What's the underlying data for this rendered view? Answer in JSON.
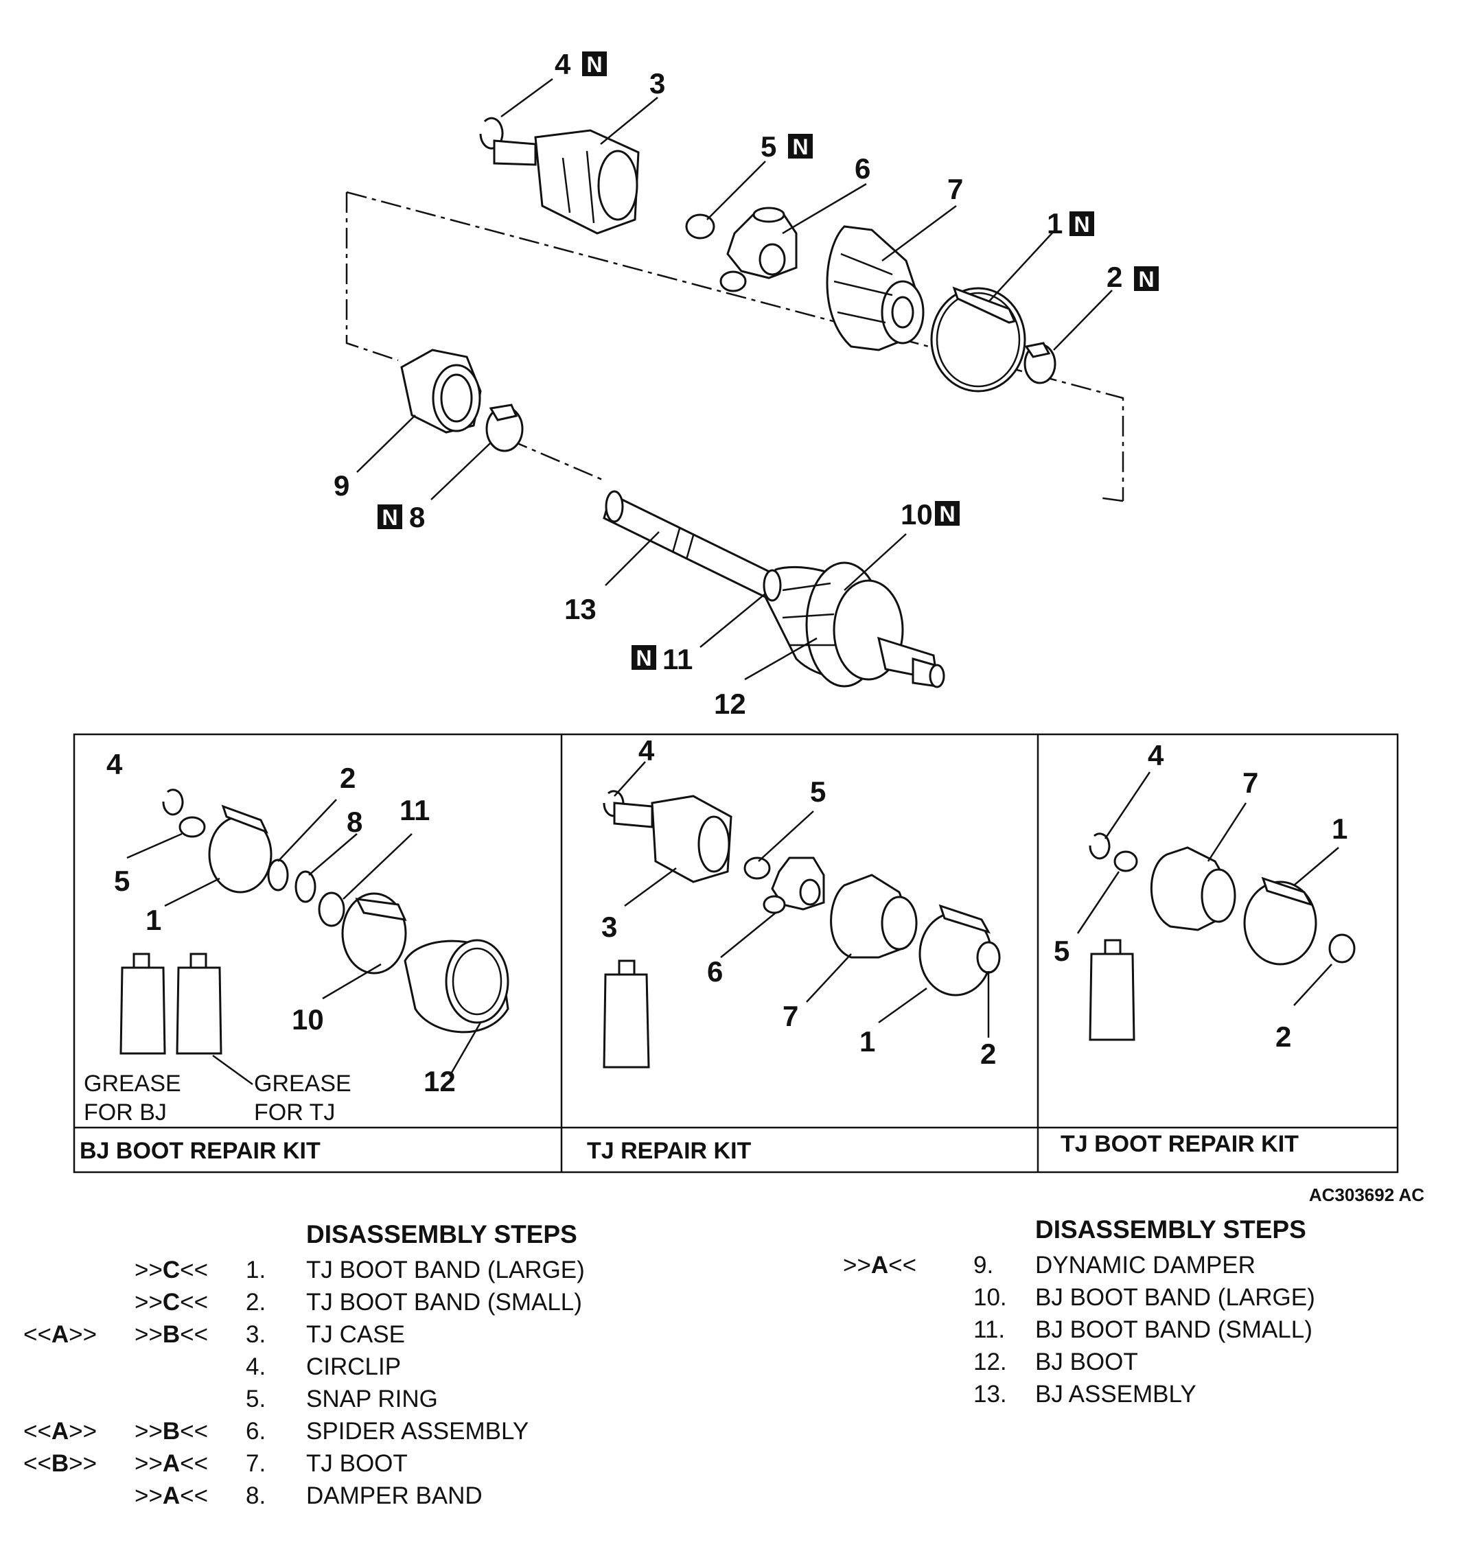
{
  "diagram": {
    "callouts": {
      "top_4": "4",
      "top_3": "3",
      "top_5": "5",
      "top_6": "6",
      "top_7": "7",
      "top_1": "1",
      "top_2": "2",
      "top_9": "9",
      "top_8": "8",
      "top_10": "10",
      "top_13": "13",
      "top_11": "11",
      "top_12": "12"
    },
    "new_part_mark": "N",
    "reference_code": "AC303692 AC"
  },
  "kits": [
    {
      "title": "BJ BOOT REPAIR KIT",
      "callouts": [
        "4",
        "2",
        "8",
        "11",
        "5",
        "1",
        "10",
        "12"
      ],
      "grease_labels": [
        {
          "line1": "GREASE",
          "line2": "FOR BJ"
        },
        {
          "line1": "GREASE",
          "line2": "FOR TJ"
        }
      ]
    },
    {
      "title": "TJ REPAIR KIT",
      "callouts": [
        "4",
        "5",
        "3",
        "6",
        "7",
        "1",
        "2"
      ]
    },
    {
      "title": "TJ BOOT REPAIR KIT",
      "callouts": [
        "4",
        "7",
        "1",
        "5",
        "2"
      ]
    }
  ],
  "disassembly": {
    "heading_left": "DISASSEMBLY STEPS",
    "heading_right": "DISASSEMBLY STEPS",
    "steps_left": [
      {
        "code1": "",
        "code2": ">>C<<",
        "num": "1.",
        "name": "TJ BOOT BAND (LARGE)"
      },
      {
        "code1": "",
        "code2": ">>C<<",
        "num": "2.",
        "name": "TJ BOOT BAND (SMALL)"
      },
      {
        "code1": "<<A>>",
        "code2": ">>B<<",
        "num": "3.",
        "name": "TJ CASE"
      },
      {
        "code1": "",
        "code2": "",
        "num": "4.",
        "name": "CIRCLIP"
      },
      {
        "code1": "",
        "code2": "",
        "num": "5.",
        "name": "SNAP RING"
      },
      {
        "code1": "<<A>>",
        "code2": ">>B<<",
        "num": "6.",
        "name": "SPIDER ASSEMBLY"
      },
      {
        "code1": "<<B>>",
        "code2": ">>A<<",
        "num": "7.",
        "name": "TJ BOOT"
      },
      {
        "code1": "",
        "code2": ">>A<<",
        "num": "8.",
        "name": "DAMPER BAND"
      }
    ],
    "steps_right": [
      {
        "code2": ">>A<<",
        "num": "9.",
        "name": "DYNAMIC DAMPER"
      },
      {
        "code2": "",
        "num": "10.",
        "name": "BJ BOOT BAND (LARGE)"
      },
      {
        "code2": "",
        "num": "11.",
        "name": "BJ BOOT BAND (SMALL)"
      },
      {
        "code2": "",
        "num": "12.",
        "name": "BJ BOOT"
      },
      {
        "code2": "",
        "num": "13.",
        "name": "BJ ASSEMBLY"
      }
    ]
  }
}
